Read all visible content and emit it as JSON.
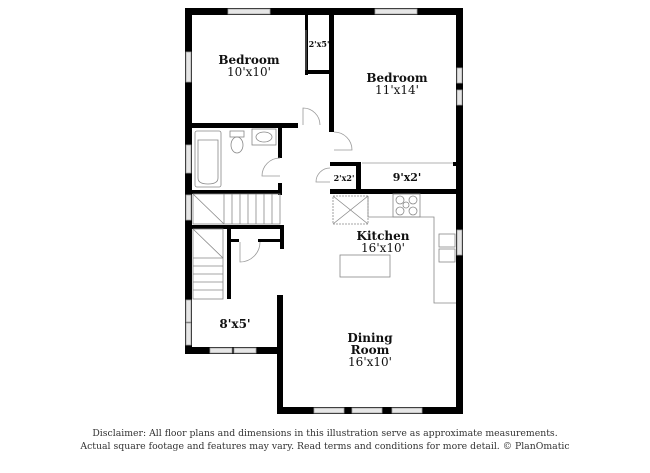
{
  "floor_plan": {
    "rooms": [
      {
        "id": "bedroom-1",
        "name": "Bedroom",
        "dims": "10'x10'"
      },
      {
        "id": "bedroom-2",
        "name": "Bedroom",
        "dims": "11'x14'"
      },
      {
        "id": "closet-1",
        "name": "",
        "dims": "2'x5'"
      },
      {
        "id": "closet-2",
        "name": "",
        "dims": "2'x2'"
      },
      {
        "id": "closet-3",
        "name": "",
        "dims": "9'x2'"
      },
      {
        "id": "kitchen",
        "name": "Kitchen",
        "dims": "16'x10'"
      },
      {
        "id": "entry",
        "name": "",
        "dims": "8'x5'"
      },
      {
        "id": "dining",
        "name": "Dining",
        "name2": "Room",
        "dims": "16'x10'"
      }
    ],
    "wall_color": "#000000",
    "window_color": "#dcdcdc",
    "fixture_color": "#888888"
  },
  "disclaimer": {
    "line1": "Disclaimer: All floor plans and dimensions in this illustration serve as approximate measurements.",
    "line2": "Actual square footage and features may vary. Read terms and conditions for more detail. © PlanOmatic"
  }
}
